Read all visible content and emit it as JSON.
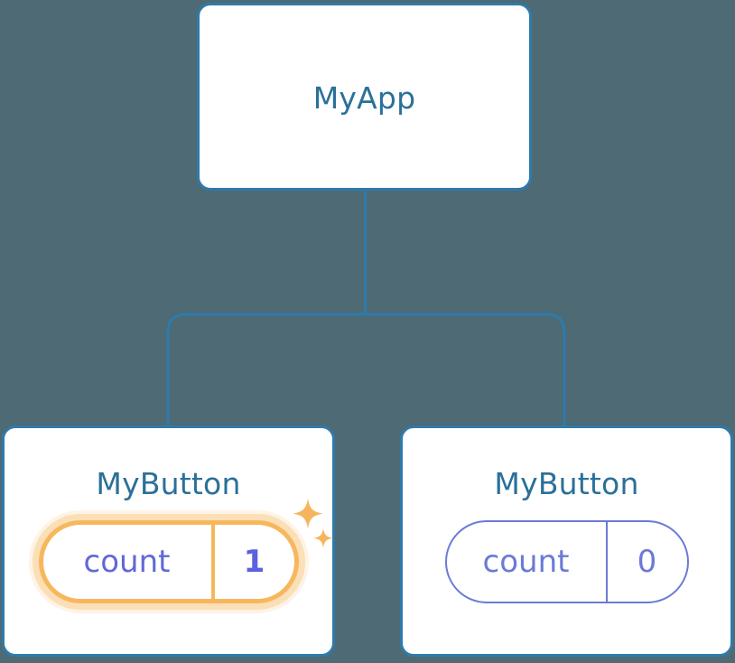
{
  "diagram": {
    "title": "component-tree",
    "background_color": "#4d6a75",
    "edge_color": "#2f7aab"
  },
  "nodes": {
    "root": {
      "label": "MyApp",
      "title_color": "#2b7099",
      "border_color": "#2f7aab"
    },
    "child_left": {
      "label": "MyButton",
      "title_color": "#2b7099",
      "border_color": "#2f7aab",
      "state": {
        "key": "count",
        "value": "1",
        "highlighted": "true",
        "highlight_color": "#f7b75c",
        "text_color": "#5b62dd"
      },
      "sparkle_large_icon": "sparkle-icon",
      "sparkle_small_icon": "sparkle-icon"
    },
    "child_right": {
      "label": "MyButton",
      "title_color": "#2b7099",
      "border_color": "#2f7aab",
      "state": {
        "key": "count",
        "value": "0",
        "highlighted": "false",
        "outline_color": "#6b7ad6",
        "text_color": "#6b7ad6"
      }
    }
  }
}
